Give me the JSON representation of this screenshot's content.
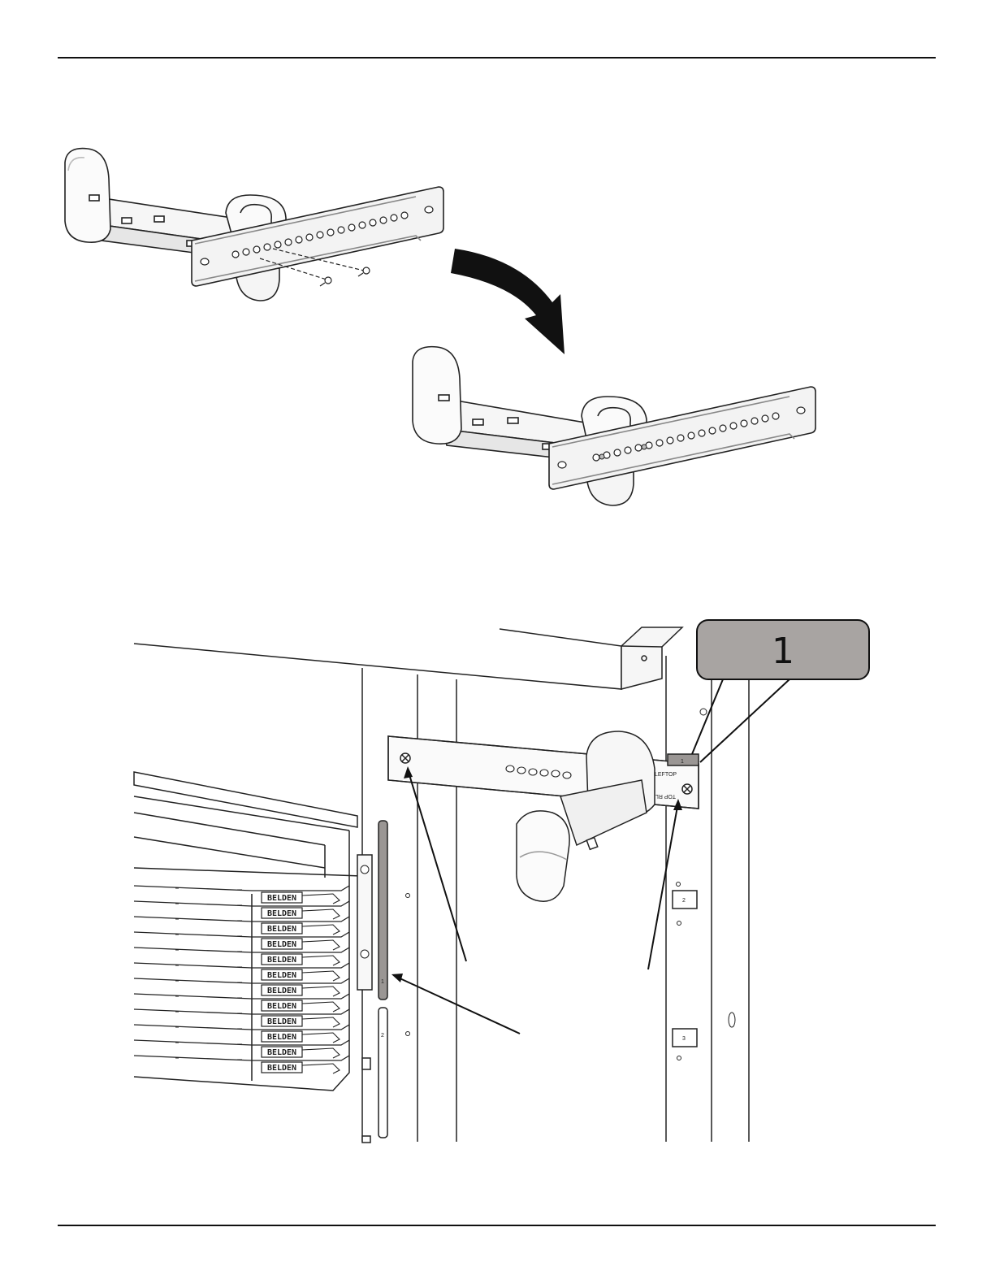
{
  "callout": {
    "label": "1"
  },
  "rack_label": {
    "top_strip_number": "1",
    "lower_strip_number": "2"
  },
  "cassette": {
    "brand_mark": "BELDEN",
    "rows": [
      "BELDEN",
      "BELDEN",
      "BELDEN",
      "BELDEN",
      "BELDEN",
      "BELDEN",
      "BELDEN",
      "BELDEN",
      "BELDEN",
      "BELDEN",
      "BELDEN",
      "BELDEN"
    ]
  },
  "bracket_markings": {
    "label_a": "LEFTOP",
    "label_b": "TOP RL"
  },
  "rack_tags": [
    "1",
    "2",
    "3"
  ],
  "colors": {
    "ink": "#111111",
    "callout_fill": "#a8a4a2",
    "strip_gray": "#9a9694",
    "bracket_fill": "#f4f4f4"
  }
}
